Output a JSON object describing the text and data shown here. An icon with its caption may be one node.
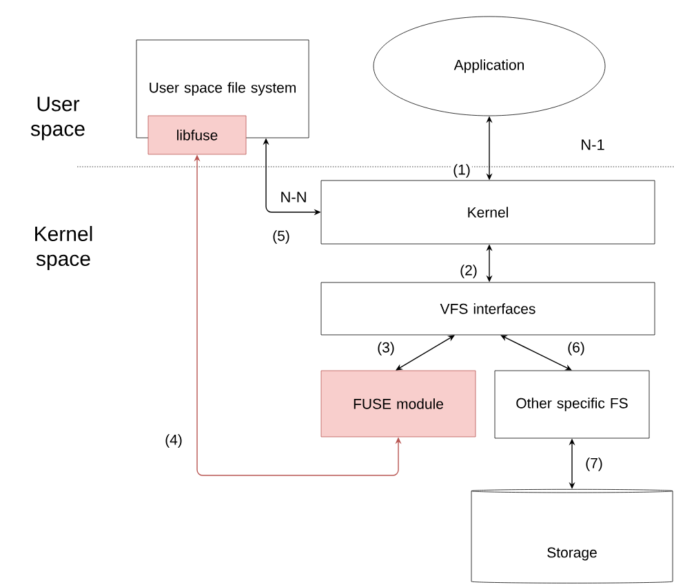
{
  "diagram": {
    "nodes": [
      {
        "text": [
          "User space file system"
        ]
      },
      {
        "text": [
          "libfuse"
        ]
      },
      {
        "text": [
          "Application"
        ]
      },
      {
        "text": [
          "Kernel"
        ]
      },
      {
        "text": [
          "VFS interfaces"
        ]
      },
      {
        "text": [
          "FUSE module"
        ]
      },
      {
        "text": [
          "Other specific FS"
        ]
      },
      {
        "text": [
          "Storage"
        ]
      }
    ],
    "edges": [
      {
        "from": 2,
        "to": 3,
        "arrow": "both",
        "label": "(1)"
      },
      {
        "from": 3,
        "to": 4,
        "arrow": "both",
        "label": "(2)"
      },
      {
        "from": 4,
        "to": 5,
        "arrow": "both",
        "label": "(3)"
      },
      {
        "from": 1,
        "to": 5,
        "arrow": "both",
        "label": "(4)",
        "color": "#b85450"
      },
      {
        "from": 0,
        "to": 3,
        "arrow": "both",
        "label": "(5)"
      },
      {
        "from": 4,
        "to": 6,
        "arrow": "both",
        "label": "(6)"
      },
      {
        "from": 6,
        "to": 7,
        "arrow": "both",
        "label": "(7)"
      }
    ],
    "labels": [
      "User space",
      "Kernel space",
      "N-1",
      "N-N"
    ]
  }
}
